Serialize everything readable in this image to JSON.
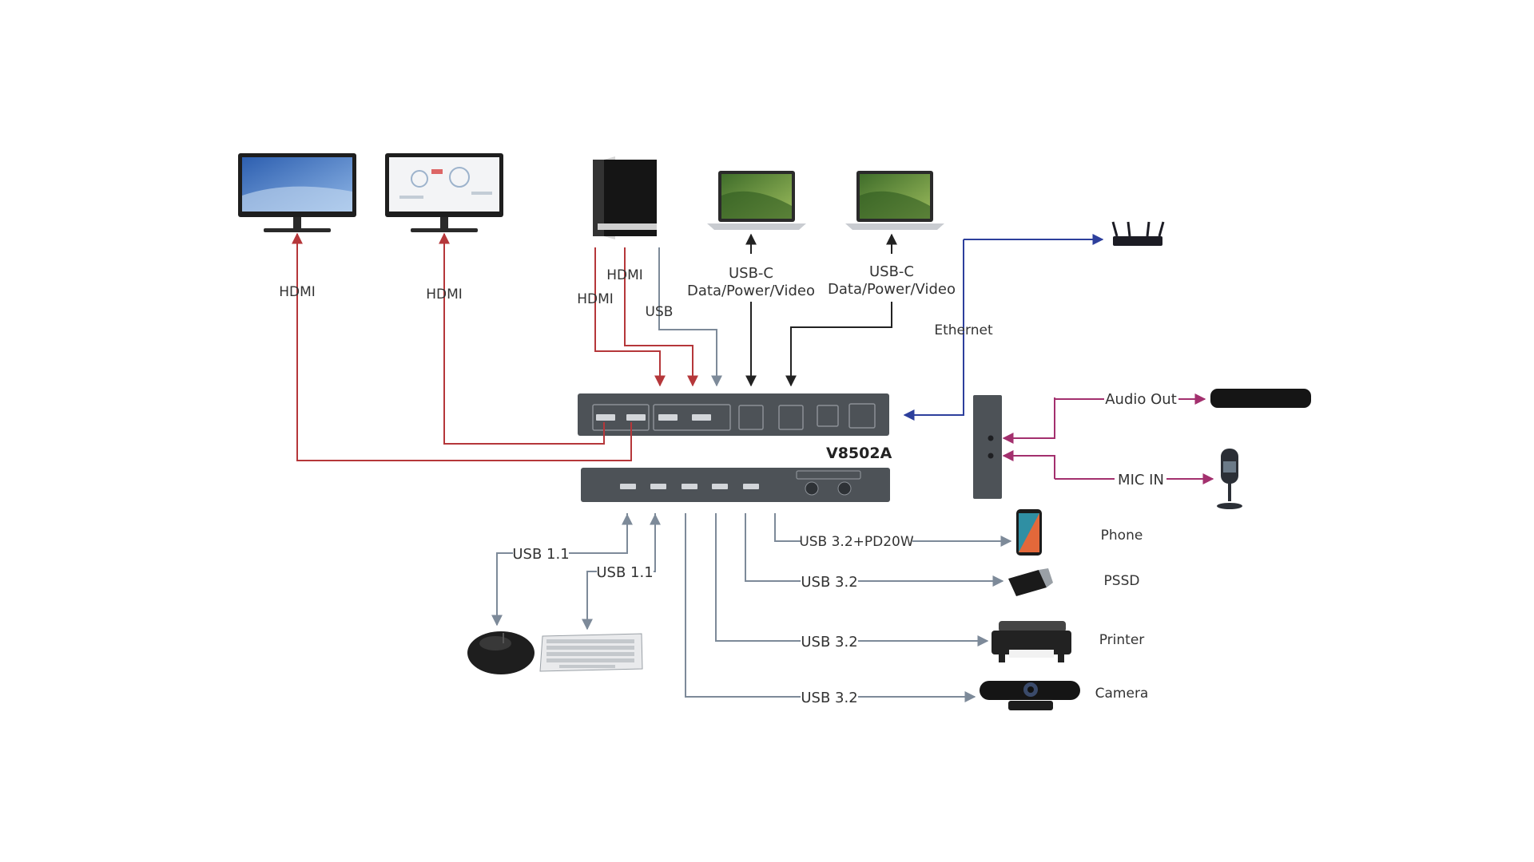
{
  "colors": {
    "hdmi": "#b5373a",
    "usb": "#7d8a99",
    "usbc": "#222222",
    "ethernet": "#2d3f9c",
    "audio": "#a3306e",
    "device": "#4d5257"
  },
  "device": {
    "model": "V8502A"
  },
  "labels": {
    "hdmi_monitor_1": "HDMI",
    "hdmi_monitor_2": "HDMI",
    "hdmi_pc_a": "HDMI",
    "hdmi_pc_b": "HDMI",
    "usb_pc": "USB",
    "usbc_1_line1": "USB-C",
    "usbc_1_line2": "Data/Power/Video",
    "usbc_2_line1": "USB-C",
    "usbc_2_line2": "Data/Power/Video",
    "ethernet": "Ethernet",
    "audio_out": "Audio Out",
    "mic_in": "MIC IN",
    "usb11_mouse": "USB 1.1",
    "usb11_keyboard": "USB 1.1",
    "usb32pd": "USB 3.2+PD20W",
    "usb32_pssd": "USB 3.2",
    "usb32_printer": "USB 3.2",
    "usb32_camera": "USB 3.2"
  },
  "devices": {
    "phone": "Phone",
    "pssd": "PSSD",
    "printer": "Printer",
    "camera": "Camera"
  },
  "icons": [
    "monitor-icon",
    "monitor-icon",
    "desktop-pc-icon",
    "laptop-icon",
    "laptop-icon",
    "router-icon",
    "soundbar-icon",
    "microphone-icon",
    "phone-icon",
    "pssd-icon",
    "printer-icon",
    "camera-icon",
    "mouse-icon",
    "keyboard-icon"
  ]
}
